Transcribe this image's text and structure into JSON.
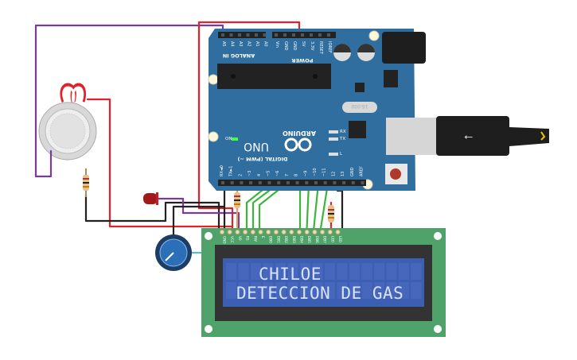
{
  "arduino": {
    "brand": "ARDUINO",
    "model": "UNO",
    "analog_header_label": "ANALOG IN",
    "power_header_label": "POWER",
    "digital_header_label": "DIGITAL (PWM ~)",
    "analog_pins": [
      "A5",
      "A4",
      "A3",
      "A2",
      "A1",
      "A0"
    ],
    "power_pins": [
      "Vin",
      "GND",
      "GND",
      "5V",
      "3.3V",
      "RESET",
      "IOREF"
    ],
    "digital_pins": [
      "RX◄0",
      "TX►1",
      "2",
      "~3",
      "4",
      "~5",
      "~6",
      "7",
      "8",
      "~9",
      "~10",
      "~11",
      "12",
      "13",
      "GND",
      "AREF"
    ],
    "leds": {
      "on": "ON",
      "rx": "RX",
      "tx": "TX",
      "l": "L"
    },
    "crystal": "16.000"
  },
  "lcd": {
    "pins": [
      "GND",
      "VCC",
      "V0",
      "RS",
      "RW",
      "E",
      "DB0",
      "DB1",
      "DB2",
      "DB3",
      "DB4",
      "DB5",
      "DB6",
      "DB7",
      "LED",
      "LED"
    ],
    "line1": "CHILOE",
    "line2": "DETECCION DE GAS"
  },
  "colors": {
    "board": "#2f6e9e",
    "lcd_pcb": "#4fa36a",
    "lcd_screen": "#3c5fb3",
    "wire_red": "#e0222a",
    "wire_purple": "#7a3a9a",
    "wire_green": "#3cb53c",
    "wire_black": "#222222",
    "wire_cyan": "#5fb8c8"
  }
}
